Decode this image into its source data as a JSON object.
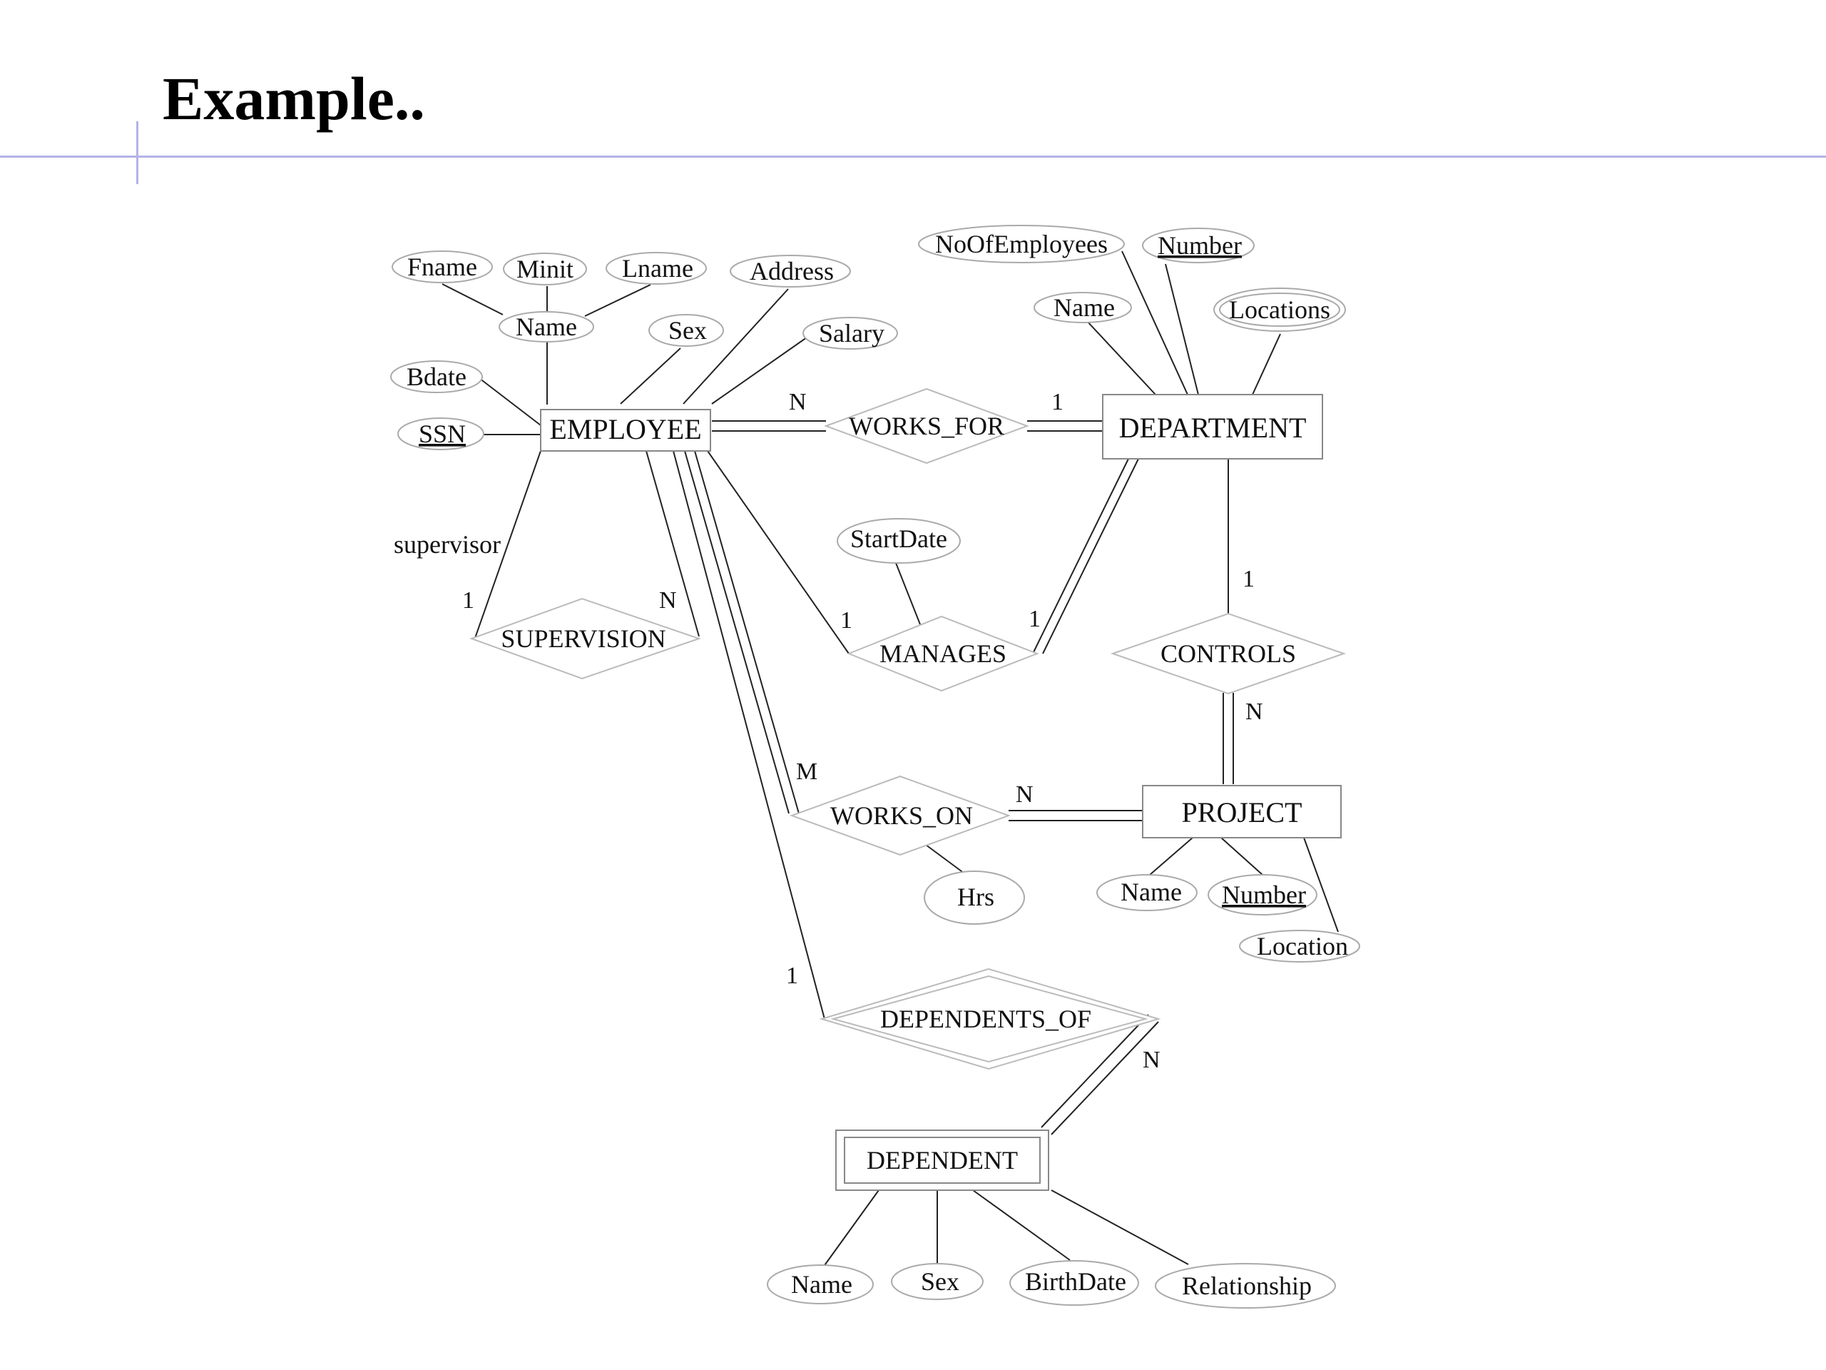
{
  "slide": {
    "title": "Example.."
  },
  "diagram": {
    "entities": {
      "employee": "EMPLOYEE",
      "department": "DEPARTMENT",
      "project": "PROJECT",
      "dependent": "DEPENDENT"
    },
    "relationships": {
      "works_for": "WORKS_FOR",
      "manages": "MANAGES",
      "controls": "CONTROLS",
      "works_on": "WORKS_ON",
      "supervision": "SUPERVISION",
      "dependents_of": "DEPENDENTS_OF"
    },
    "attributes": {
      "employee": {
        "fname": "Fname",
        "minit": "Minit",
        "lname": "Lname",
        "name": "Name",
        "address": "Address",
        "sex": "Sex",
        "salary": "Salary",
        "bdate": "Bdate",
        "ssn": "SSN"
      },
      "department": {
        "noofemployees": "NoOfEmployees",
        "number": "Number",
        "name": "Name",
        "locations": "Locations"
      },
      "manages": {
        "startdate": "StartDate"
      },
      "works_on": {
        "hrs": "Hrs"
      },
      "project": {
        "name": "Name",
        "number": "Number",
        "location": "Location"
      },
      "dependent": {
        "name": "Name",
        "sex": "Sex",
        "birthdate": "BirthDate",
        "relationship": "Relationship"
      }
    },
    "role_labels": {
      "supervisor": "supervisor"
    },
    "cardinalities": {
      "works_for_employee": "N",
      "works_for_department": "1",
      "manages_employee": "1",
      "manages_department": "1",
      "controls_department": "1",
      "controls_project": "N",
      "works_on_employee": "M",
      "works_on_project": "N",
      "supervision_supervisor": "1",
      "supervision_supervisee": "N",
      "dependents_of_employee": "1",
      "dependents_of_dependent": "N"
    }
  },
  "colors": {
    "title_rule": "#b3b3e6",
    "line": "#222222"
  }
}
